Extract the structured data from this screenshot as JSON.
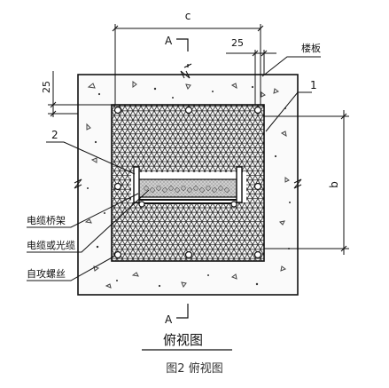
{
  "labels": {
    "dim_c": "c",
    "dim_25_top": "25",
    "dim_25_left": "25",
    "dim_b": "b",
    "section_a_top": "A",
    "section_a_bottom": "A",
    "slab": "楼板",
    "item_1": "1",
    "item_2": "2",
    "cable_tray": "电缆桥架",
    "cable": "电缆或光缆",
    "screw": "自攻螺丝",
    "view_title": "俯视图"
  },
  "caption": "图2 俯视图"
}
